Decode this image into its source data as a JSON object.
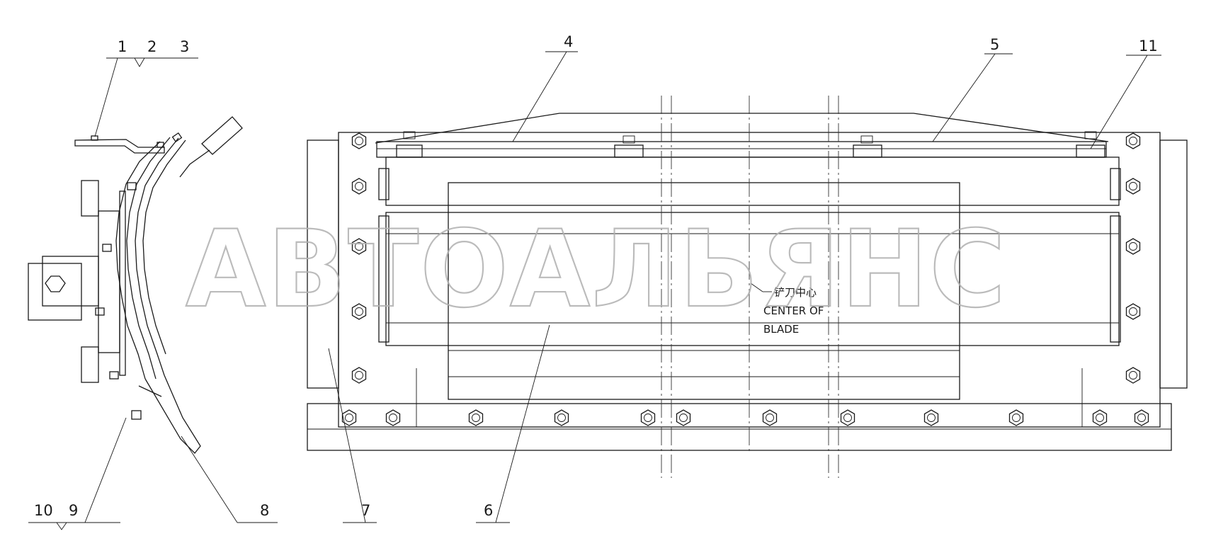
{
  "callouts": {
    "c1": "1",
    "c2": "2",
    "c3": "3",
    "c4": "4",
    "c5": "5",
    "c6": "6",
    "c7": "7",
    "c8": "8",
    "c9": "9",
    "c10": "10",
    "c11": "11"
  },
  "center_note": {
    "cn": "铲刀中心",
    "en_line1": "CENTER OF",
    "en_line2": "BLADE"
  },
  "watermark": "АВТОАЛЬЯНС",
  "colors": {
    "line": "#1a1a1a",
    "watermark": "#b0b0b0",
    "background": "#ffffff"
  }
}
